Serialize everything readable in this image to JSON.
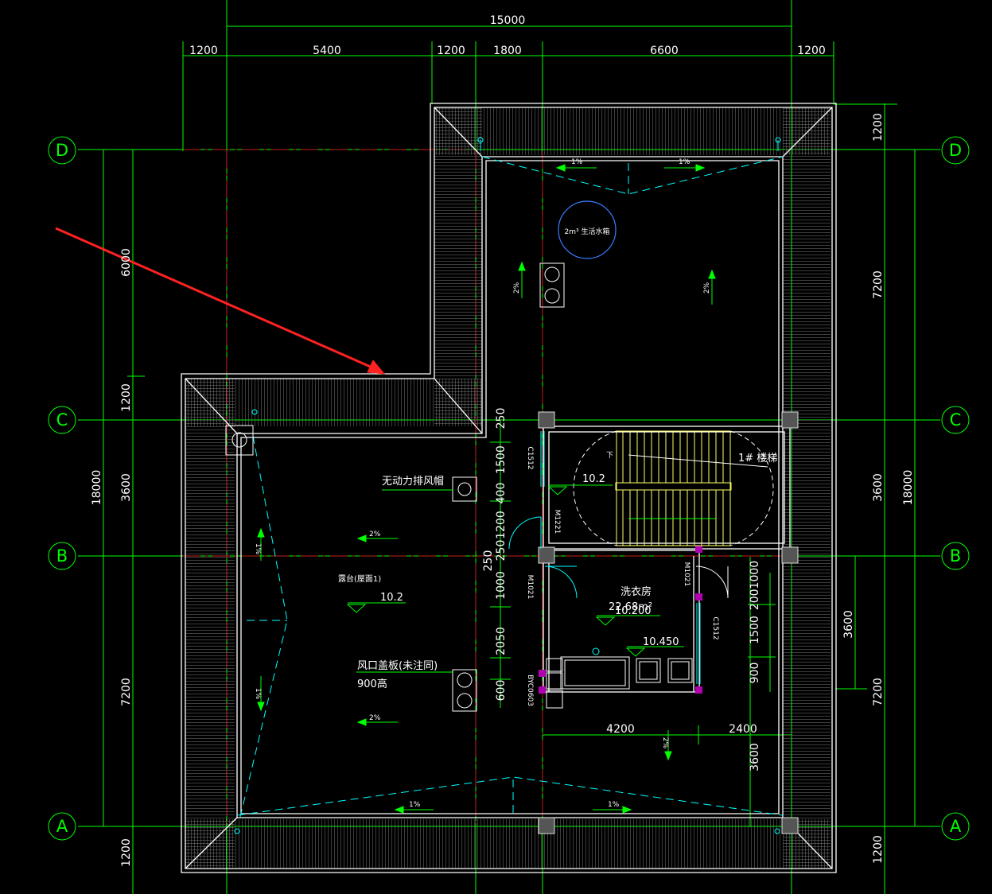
{
  "colors": {
    "background": "#000000",
    "grid_green": "#00ff00",
    "wall_white": "#ffffff",
    "axis_red": "#ff2a2a",
    "cyan": "#00ffff",
    "yellow": "#ffff66",
    "magenta": "#d000d0",
    "arrow_red": "#ff2222"
  },
  "axes": {
    "rows": [
      "D",
      "C",
      "B",
      "A"
    ]
  },
  "dims": {
    "top_total": "15000",
    "top_segments": [
      "1200",
      "5400",
      "1200",
      "1800",
      "6600",
      "1200"
    ],
    "left_total": "18000",
    "left_segments": [
      "6000",
      "1200",
      "3600",
      "7200",
      "1200"
    ],
    "right_total": "18000",
    "right_segments": [
      "1200",
      "7200",
      "3600",
      "7200",
      "1200"
    ],
    "right_inner": "3600",
    "stair_side": [
      "250",
      "1500",
      "400",
      "1200",
      "250",
      "250",
      "1000",
      "2050",
      "600"
    ],
    "laundry_right": [
      "2001000",
      "1500",
      "900",
      "3600"
    ],
    "bottom_laundry": [
      "4200",
      "2400"
    ]
  },
  "labels": {
    "water_tank": "2m³ 生活水箱",
    "fan_cap": "无动力排风帽",
    "terrace": "露台(屋面1)",
    "terrace_elev": "10.2",
    "vent_cover": "风口盖板(未注同)",
    "vent_height": "900高",
    "stair_name": "1# 楼梯",
    "stair_elev": "10.2",
    "stair_down": "下",
    "laundry": "洗衣房",
    "laundry_area": "22.68m²",
    "laundry_elev_a": "10.200",
    "laundry_elev_b": "10.450",
    "window_c1512_a": "C1512",
    "window_c1512_b": "C1512",
    "door_m1221": "M1221",
    "door_m1021_a": "M1021",
    "door_m1021_b": "M1021",
    "window_byc": "BYC0603",
    "slope_2": "2%",
    "slope_1": "1%"
  }
}
